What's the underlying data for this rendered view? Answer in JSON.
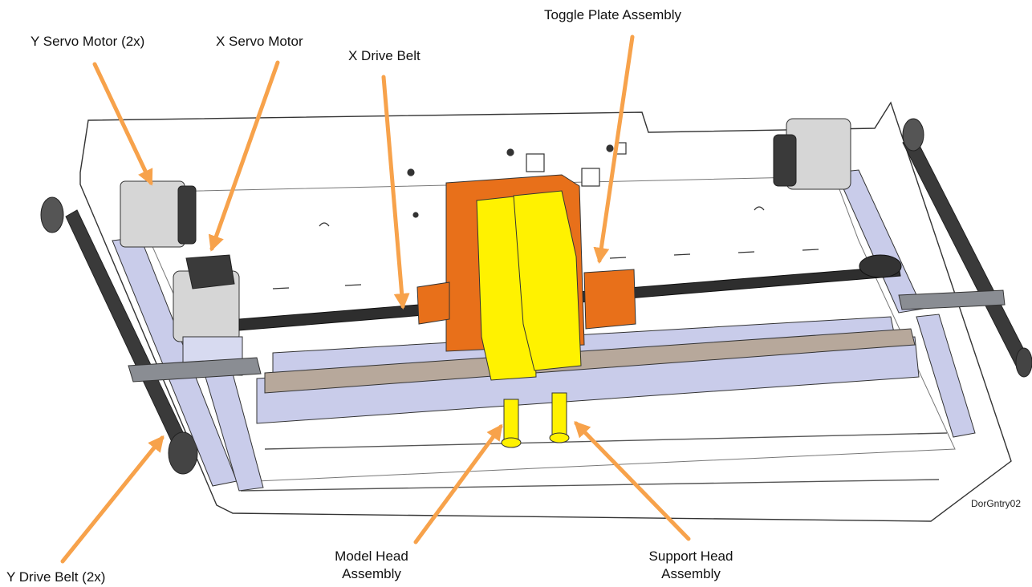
{
  "figure_id": "DorGntry02",
  "callouts": {
    "y_servo_motor": "Y Servo Motor (2x)",
    "x_servo_motor": "X Servo Motor",
    "x_drive_belt": "X Drive Belt",
    "toggle_plate_assembly": "Toggle Plate Assembly",
    "y_drive_belt": "Y Drive Belt (2x)",
    "model_head_line1": "Model Head",
    "model_head_line2": "Assembly",
    "support_head_line1": "Support Head",
    "support_head_line2": "Assembly"
  },
  "colors": {
    "arrow": "#F7A24B",
    "head": "#FFF200",
    "toggle_plate": "#E8701A",
    "rail": "#C9CCEA",
    "motor": "#D6D6D6",
    "belt": "#3A3A3A",
    "outline": "#333333"
  }
}
